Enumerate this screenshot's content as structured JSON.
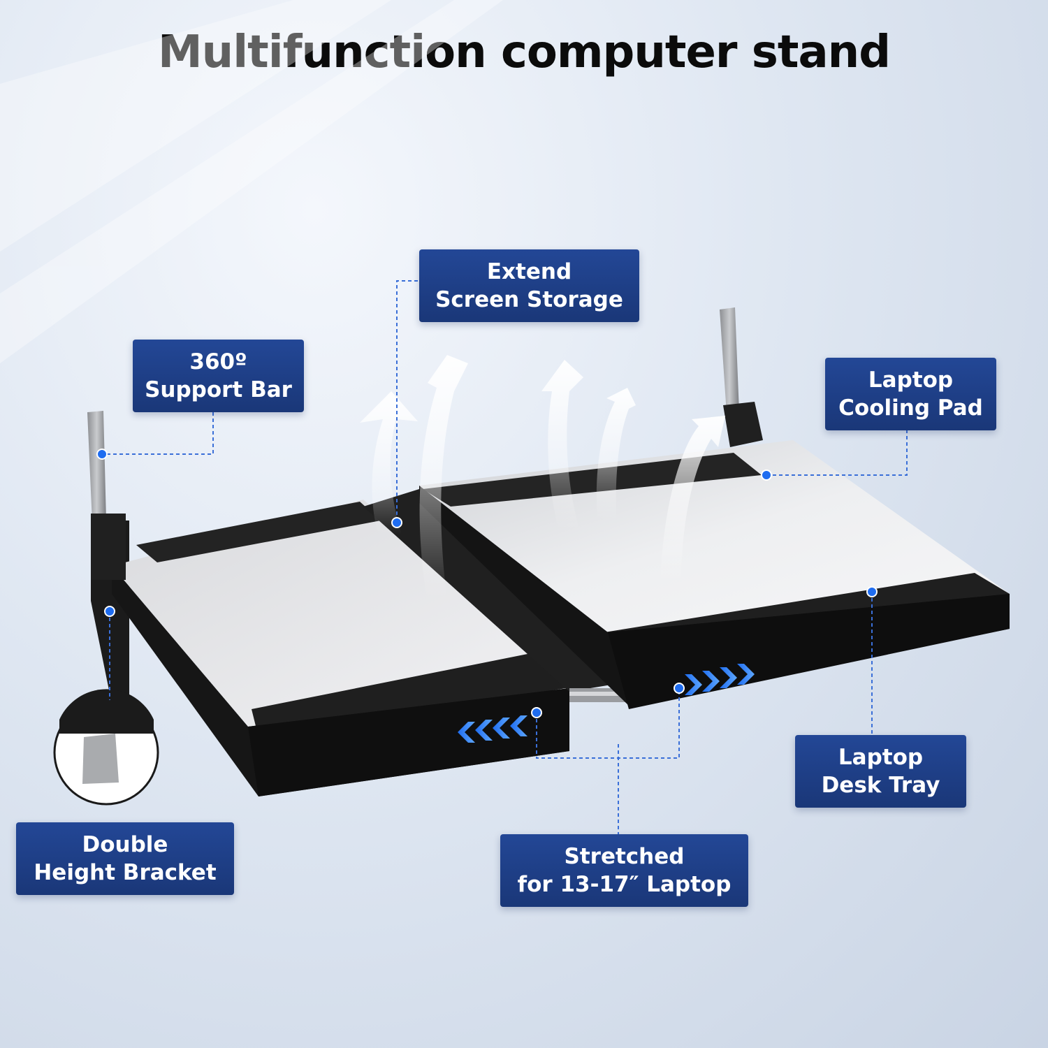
{
  "title": "Multifunction computer stand",
  "colors": {
    "label_bg": "#1f3f8a",
    "accent_blue": "#1e6cf0",
    "tray_black": "#1a1a1a",
    "tray_silver": "#e9eaec"
  },
  "labels": {
    "extend_storage": {
      "line1": "Extend",
      "line2": "Screen Storage"
    },
    "support_bar": {
      "line1": "360º",
      "line2": "Support Bar"
    },
    "cooling_pad": {
      "line1": "Laptop",
      "line2": "Cooling Pad"
    },
    "height_bracket": {
      "line1": "Double",
      "line2": "Height Bracket"
    },
    "desk_tray": {
      "line1": "Laptop",
      "line2": "Desk Tray"
    },
    "stretched": {
      "line1": "Stretched",
      "line2": "for 13-17″ Laptop"
    }
  },
  "icons": [
    "airflow-arrow-icon",
    "left-chevrons-icon",
    "right-chevrons-icon",
    "callout-dot-icon"
  ]
}
